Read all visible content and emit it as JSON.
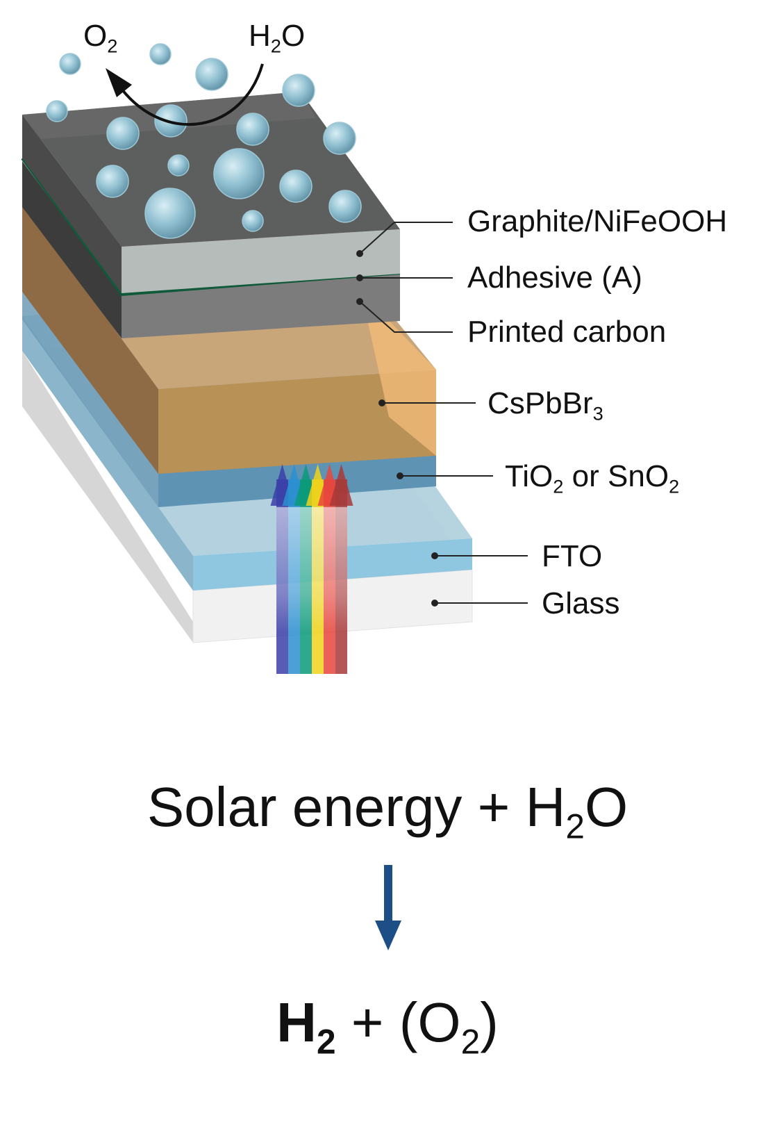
{
  "reaction_top": {
    "left": {
      "species": "O",
      "sub": "2"
    },
    "right": {
      "species": "H",
      "sub": "2",
      "after": "O"
    }
  },
  "layers": {
    "graphite": "Graphite/NiFeOOH",
    "adhesive": "Adhesive (A)",
    "carbon": "Printed carbon",
    "perovskite": {
      "main": "CsPbBr",
      "sub": "3"
    },
    "etl": {
      "a": "TiO",
      "a_sub": "2",
      "mid": " or SnO",
      "b_sub": "2"
    },
    "fto": "FTO",
    "glass": "Glass"
  },
  "equation": {
    "line1": {
      "text": "Solar energy + H",
      "sub": "2",
      "after": "O"
    },
    "line2": {
      "h": "H",
      "h_sub": "2",
      "mid": " + (O",
      "o_sub": "2",
      "close": ")"
    }
  },
  "colors": {
    "arrow_blue": "#1d4f86",
    "spectrum": [
      "#3b3fa8",
      "#2a8fd0",
      "#0a9a7a",
      "#f0d21a",
      "#e8453c",
      "#a83a3a"
    ]
  }
}
